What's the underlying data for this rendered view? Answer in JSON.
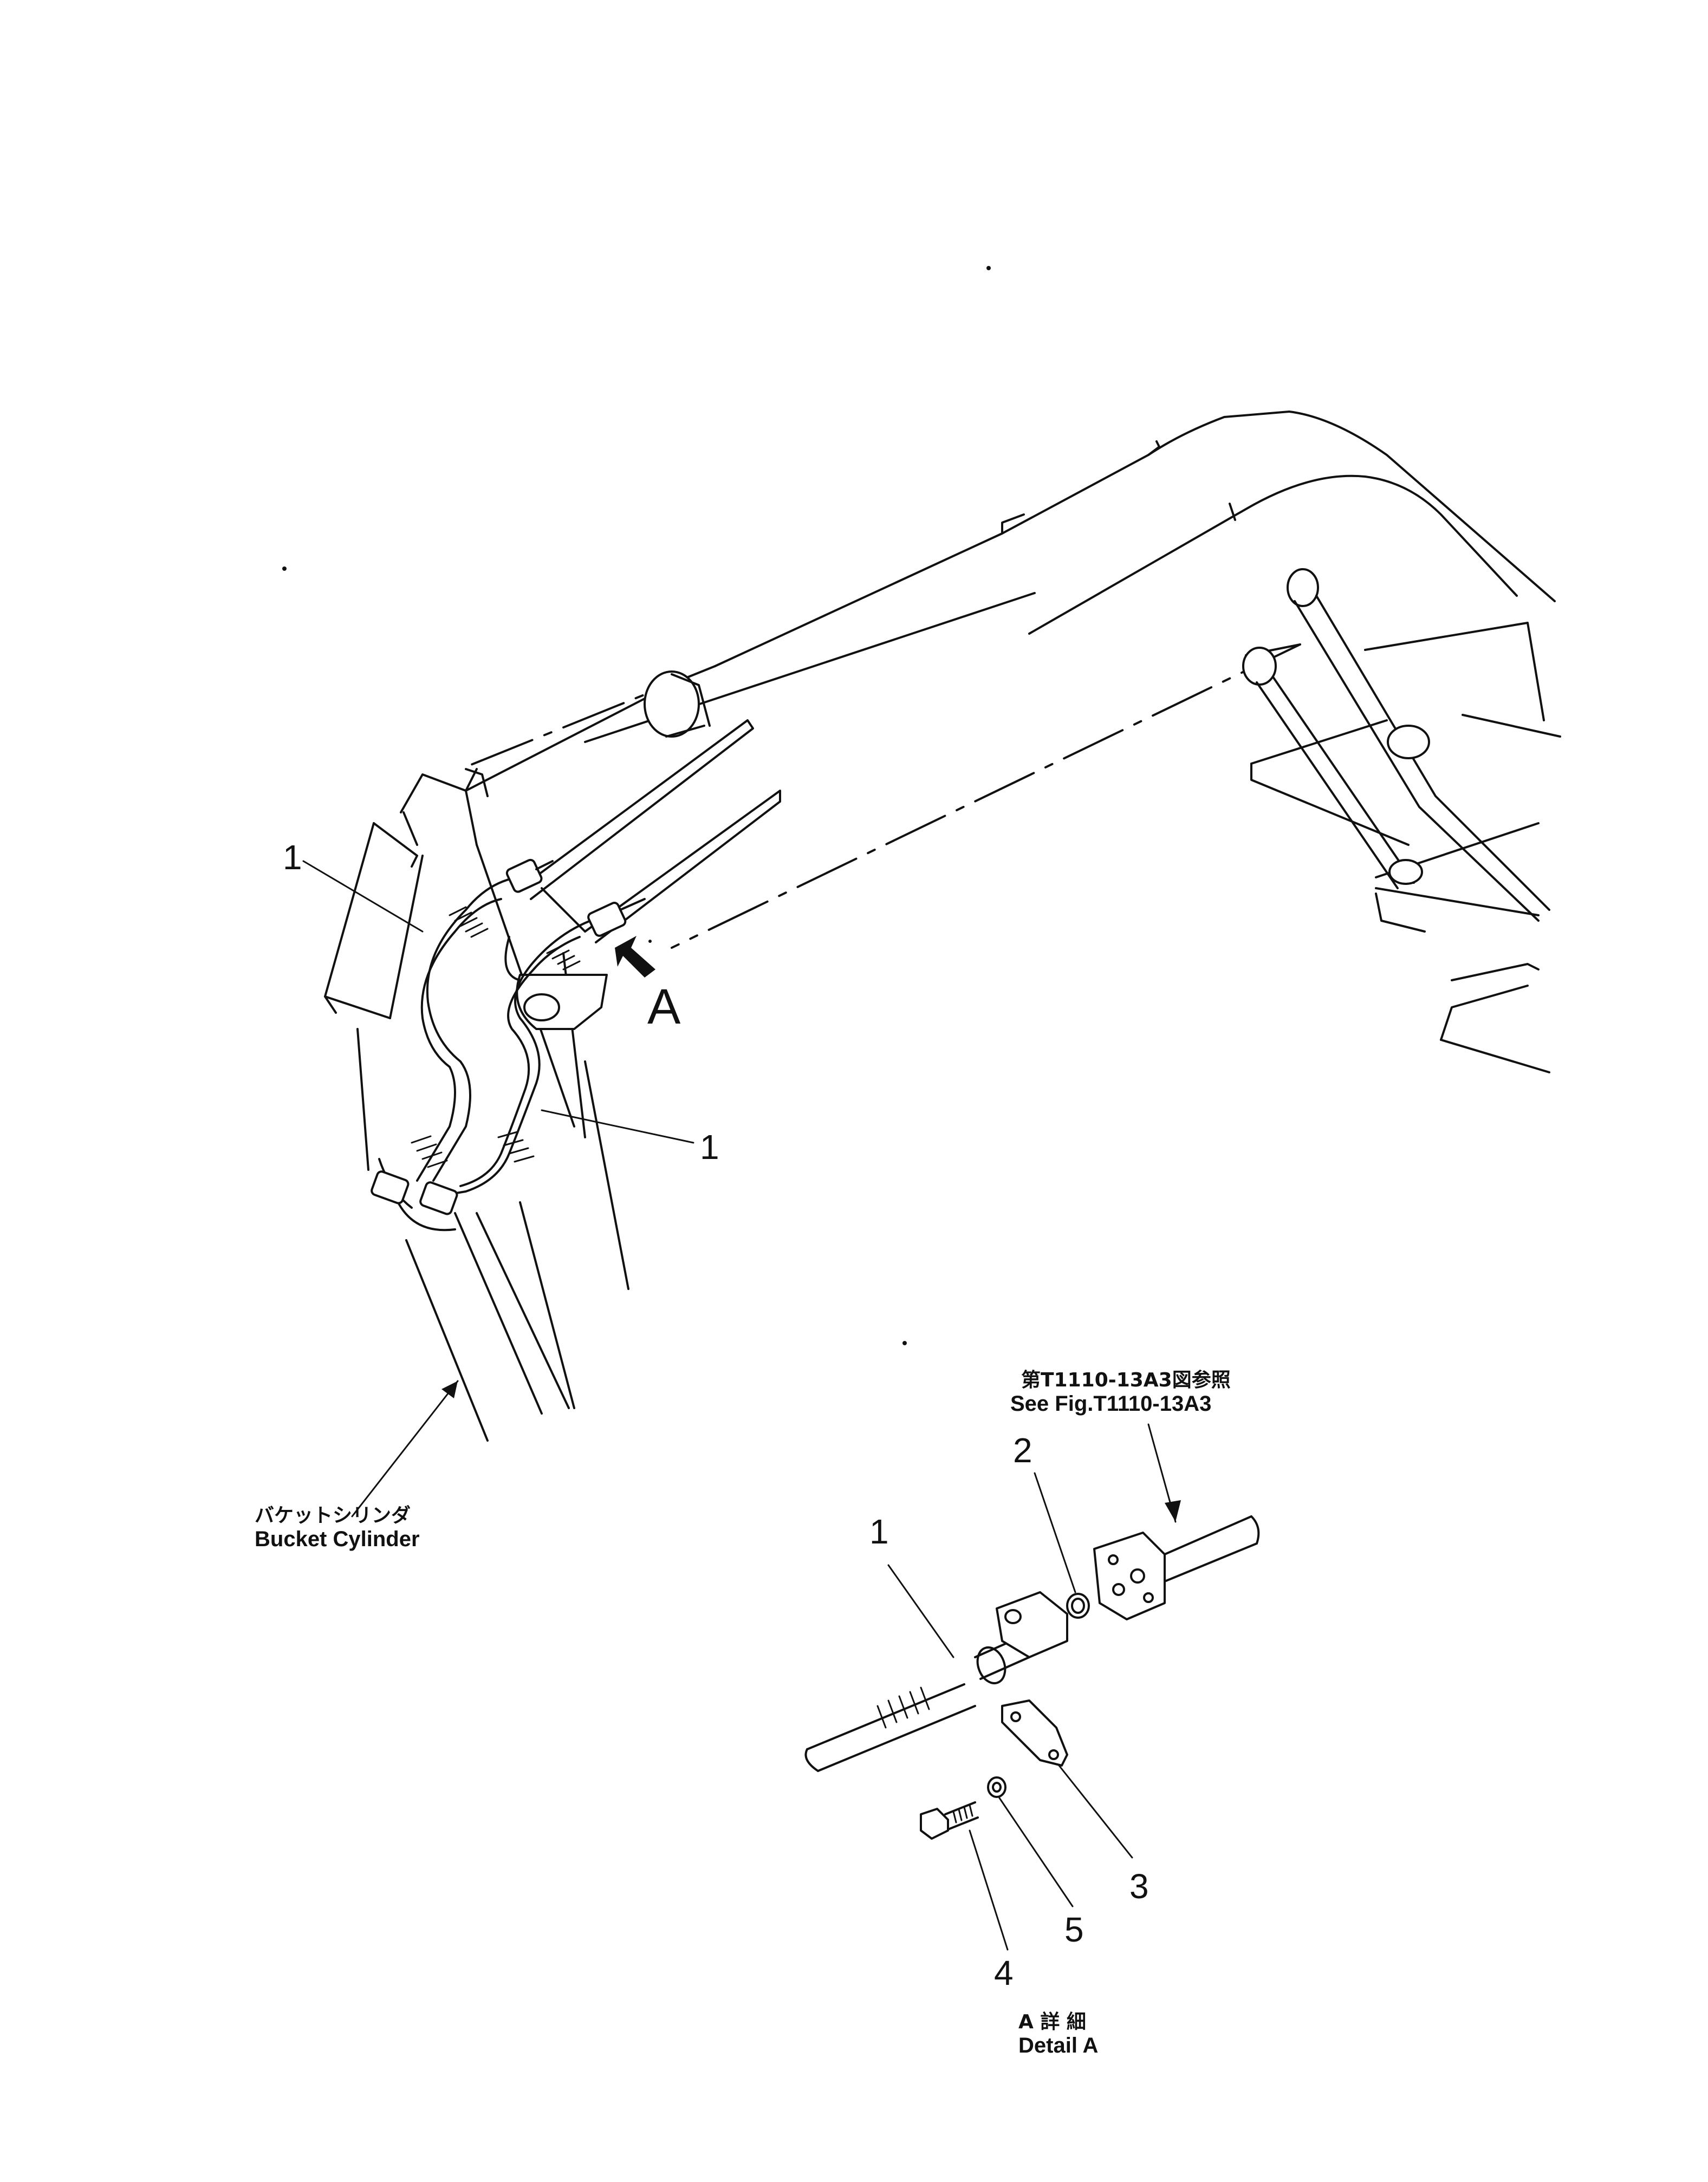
{
  "labels": {
    "hose_upper": "1",
    "hose_lower": "1",
    "view_arrow": "A",
    "detail_hose": "1",
    "detail_oring": "2",
    "detail_clamp": "3",
    "detail_bolt": "4",
    "detail_washer": "5"
  },
  "callouts": {
    "bucket_cylinder_jp": "バケットシリンダ",
    "bucket_cylinder_en": "Bucket  Cylinder",
    "ref_jp": "第T1110-13A3図参照",
    "ref_en": "See Fig.T1110-13A3",
    "detail_jp": "A  詳 細",
    "detail_en": "Detail  A"
  }
}
